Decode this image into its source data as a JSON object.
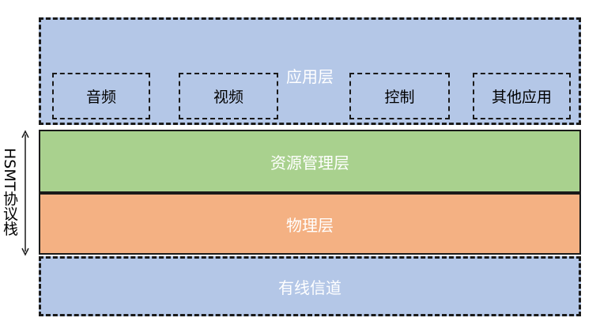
{
  "app_layer": {
    "title": "应用层",
    "items": [
      {
        "label": "音频"
      },
      {
        "label": "视频"
      },
      {
        "label": "控制"
      },
      {
        "label": "其他应用"
      }
    ]
  },
  "resource_layer": {
    "label": "资源管理层"
  },
  "physical_layer": {
    "label": "物理层"
  },
  "channel_layer": {
    "label": "有线信道"
  },
  "stack_label": "HSMT协议栈",
  "colors": {
    "app_fill": "#b4c7e7",
    "resource_fill": "#a9d18e",
    "physical_fill": "#f4b183",
    "channel_fill": "#b4c7e7",
    "outline": "#1a1a1a"
  }
}
